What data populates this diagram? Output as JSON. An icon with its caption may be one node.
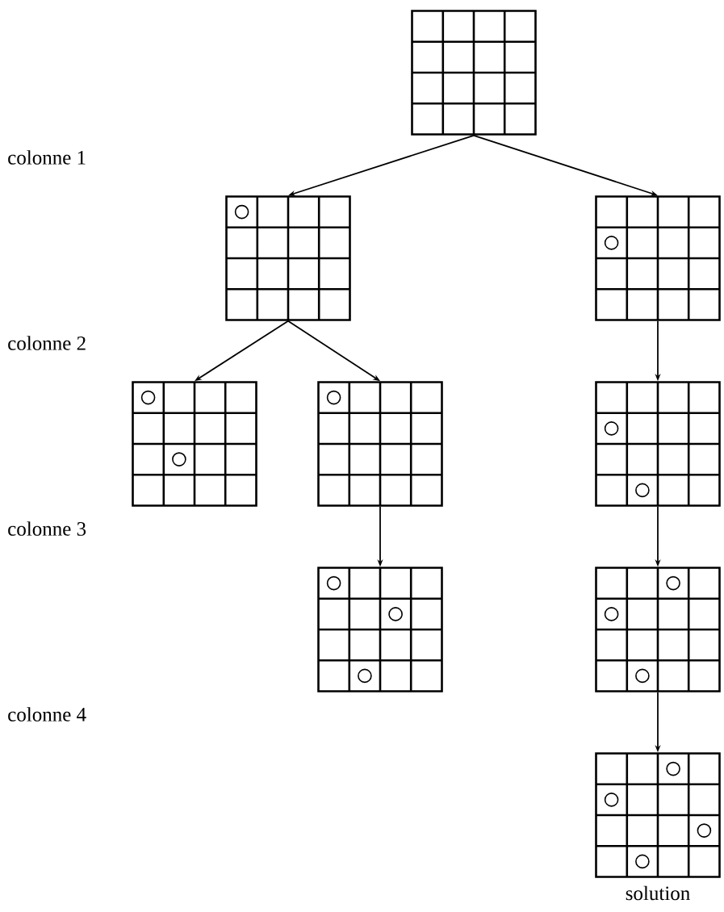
{
  "diagram": {
    "nodes": [
      {
        "text": [],
        "shape": "box"
      },
      {
        "text": [],
        "shape": "box"
      },
      {
        "text": [],
        "shape": "box"
      },
      {
        "text": [],
        "shape": "box"
      },
      {
        "text": [],
        "shape": "box"
      },
      {
        "text": [],
        "shape": "box"
      },
      {
        "text": [],
        "shape": "box"
      },
      {
        "text": [],
        "shape": "box"
      },
      {
        "text": [],
        "shape": "box",
        "beside": [
          "solution"
        ]
      }
    ],
    "edges": [
      {
        "from": 0,
        "to": 1,
        "arrow": "to"
      },
      {
        "from": 0,
        "to": 2,
        "arrow": "to"
      },
      {
        "from": 1,
        "to": 3,
        "arrow": "to"
      },
      {
        "from": 1,
        "to": 4,
        "arrow": "to"
      },
      {
        "from": 2,
        "to": 5,
        "arrow": "to"
      },
      {
        "from": 4,
        "to": 6,
        "arrow": "to"
      },
      {
        "from": 5,
        "to": 7,
        "arrow": "to"
      },
      {
        "from": 7,
        "to": 8,
        "arrow": "to"
      }
    ],
    "labels": [
      "colonne 1",
      "colonne 2",
      "colonne 3",
      "colonne 4"
    ]
  }
}
